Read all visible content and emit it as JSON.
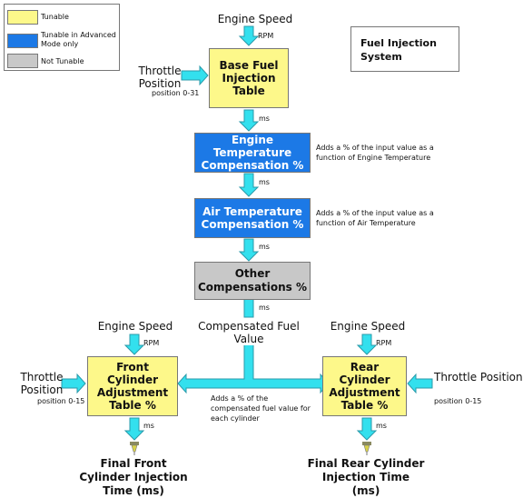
{
  "legend": {
    "items": [
      {
        "label": "Tunable",
        "color": "#fdf88a"
      },
      {
        "label": "Tunable in Advanced Mode only",
        "color": "#1c79e6"
      },
      {
        "label": "Not Tunable",
        "color": "#c8c8c8"
      }
    ]
  },
  "title": "Fuel Injection System",
  "top": {
    "engine_speed": "Engine Speed",
    "rpm": "RPM",
    "throttle": "Throttle Position",
    "throttle_range": "position 0-31",
    "base_table": "Base Fuel Injection Table",
    "ms": "ms"
  },
  "engine_temp": {
    "label": "Engine Temperature Compensation %",
    "note": "Adds a % of the input value as a function of Engine Temperature"
  },
  "air_temp": {
    "label": "Air Temperature Compensation %",
    "note": "Adds a % of the input value as a function of Air Temperature"
  },
  "other": {
    "label": "Other Compensations %"
  },
  "compensated": "Compensated Fuel Value",
  "split_note": "Adds a % of the compensated fuel value for each cylinder",
  "front": {
    "engine_speed": "Engine Speed",
    "rpm": "RPM",
    "throttle": "Throttle Position",
    "throttle_range": "position 0-15",
    "table": "Front Cylinder Adjustment Table %",
    "ms": "ms",
    "output": "Final Front Cylinder Injection Time (ms)"
  },
  "rear": {
    "engine_speed": "Engine Speed",
    "rpm": "RPM",
    "throttle": "Throttle Position",
    "throttle_range": "position 0-15",
    "table": "Rear Cylinder Adjustment Table %",
    "ms": "ms",
    "output": "Final Rear Cylinder Injection Time (ms)"
  },
  "colors": {
    "arrow": "#33e0ee",
    "arrow_stroke": "#2a9aaa"
  }
}
